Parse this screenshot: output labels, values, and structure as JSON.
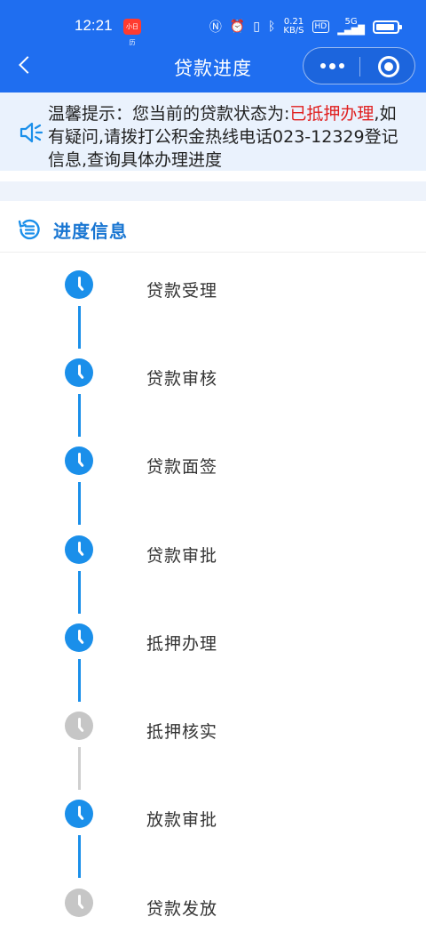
{
  "status_bar": {
    "time": "12:21",
    "app_badge": "小日历",
    "net_speed_top": "0.21",
    "net_speed_bottom": "KB/S",
    "hd": "HD",
    "signal_label": "5G"
  },
  "nav": {
    "title": "贷款进度",
    "back_icon": "chevron-left-icon",
    "more_icon": "more-dots-icon",
    "close_icon": "target-circle-icon"
  },
  "notice": {
    "icon": "speaker-icon",
    "prefix": "温馨提示：您当前的贷款状态为:",
    "status": "已抵押办理",
    "suffix": ",如有疑问,请拨打公积金热线电话023-12329登记信息,查询具体办理进度"
  },
  "section": {
    "icon": "list-history-icon",
    "title": "进度信息"
  },
  "steps": [
    {
      "label": "贷款受理",
      "state": "done"
    },
    {
      "label": "贷款审核",
      "state": "done"
    },
    {
      "label": "贷款面签",
      "state": "done"
    },
    {
      "label": "贷款审批",
      "state": "done"
    },
    {
      "label": "抵押办理",
      "state": "done"
    },
    {
      "label": "抵押核实",
      "state": "pending"
    },
    {
      "label": "放款审批",
      "state": "done"
    },
    {
      "label": "贷款发放",
      "state": "pending"
    }
  ],
  "colors": {
    "primary": "#1f6ef0",
    "done": "#1a8fea",
    "pending": "#c6c6c6",
    "highlight": "#e02020",
    "section_title": "#1976d2"
  }
}
